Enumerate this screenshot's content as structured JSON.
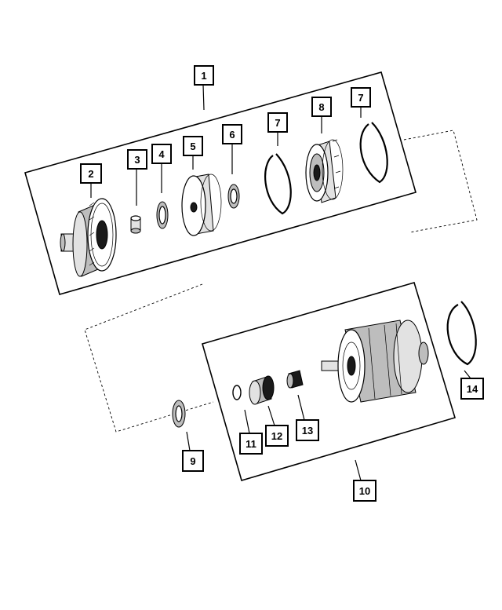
{
  "diagram": {
    "callouts": [
      {
        "id": "c1",
        "label": "1"
      },
      {
        "id": "c2",
        "label": "2"
      },
      {
        "id": "c3",
        "label": "3"
      },
      {
        "id": "c4",
        "label": "4"
      },
      {
        "id": "c5",
        "label": "5"
      },
      {
        "id": "c6",
        "label": "6"
      },
      {
        "id": "c7a",
        "label": "7"
      },
      {
        "id": "c8",
        "label": "8"
      },
      {
        "id": "c7b",
        "label": "7"
      },
      {
        "id": "c9",
        "label": "9"
      },
      {
        "id": "c10",
        "label": "10"
      },
      {
        "id": "c11",
        "label": "11"
      },
      {
        "id": "c12",
        "label": "12"
      },
      {
        "id": "c13",
        "label": "13"
      },
      {
        "id": "c14",
        "label": "14"
      }
    ]
  }
}
